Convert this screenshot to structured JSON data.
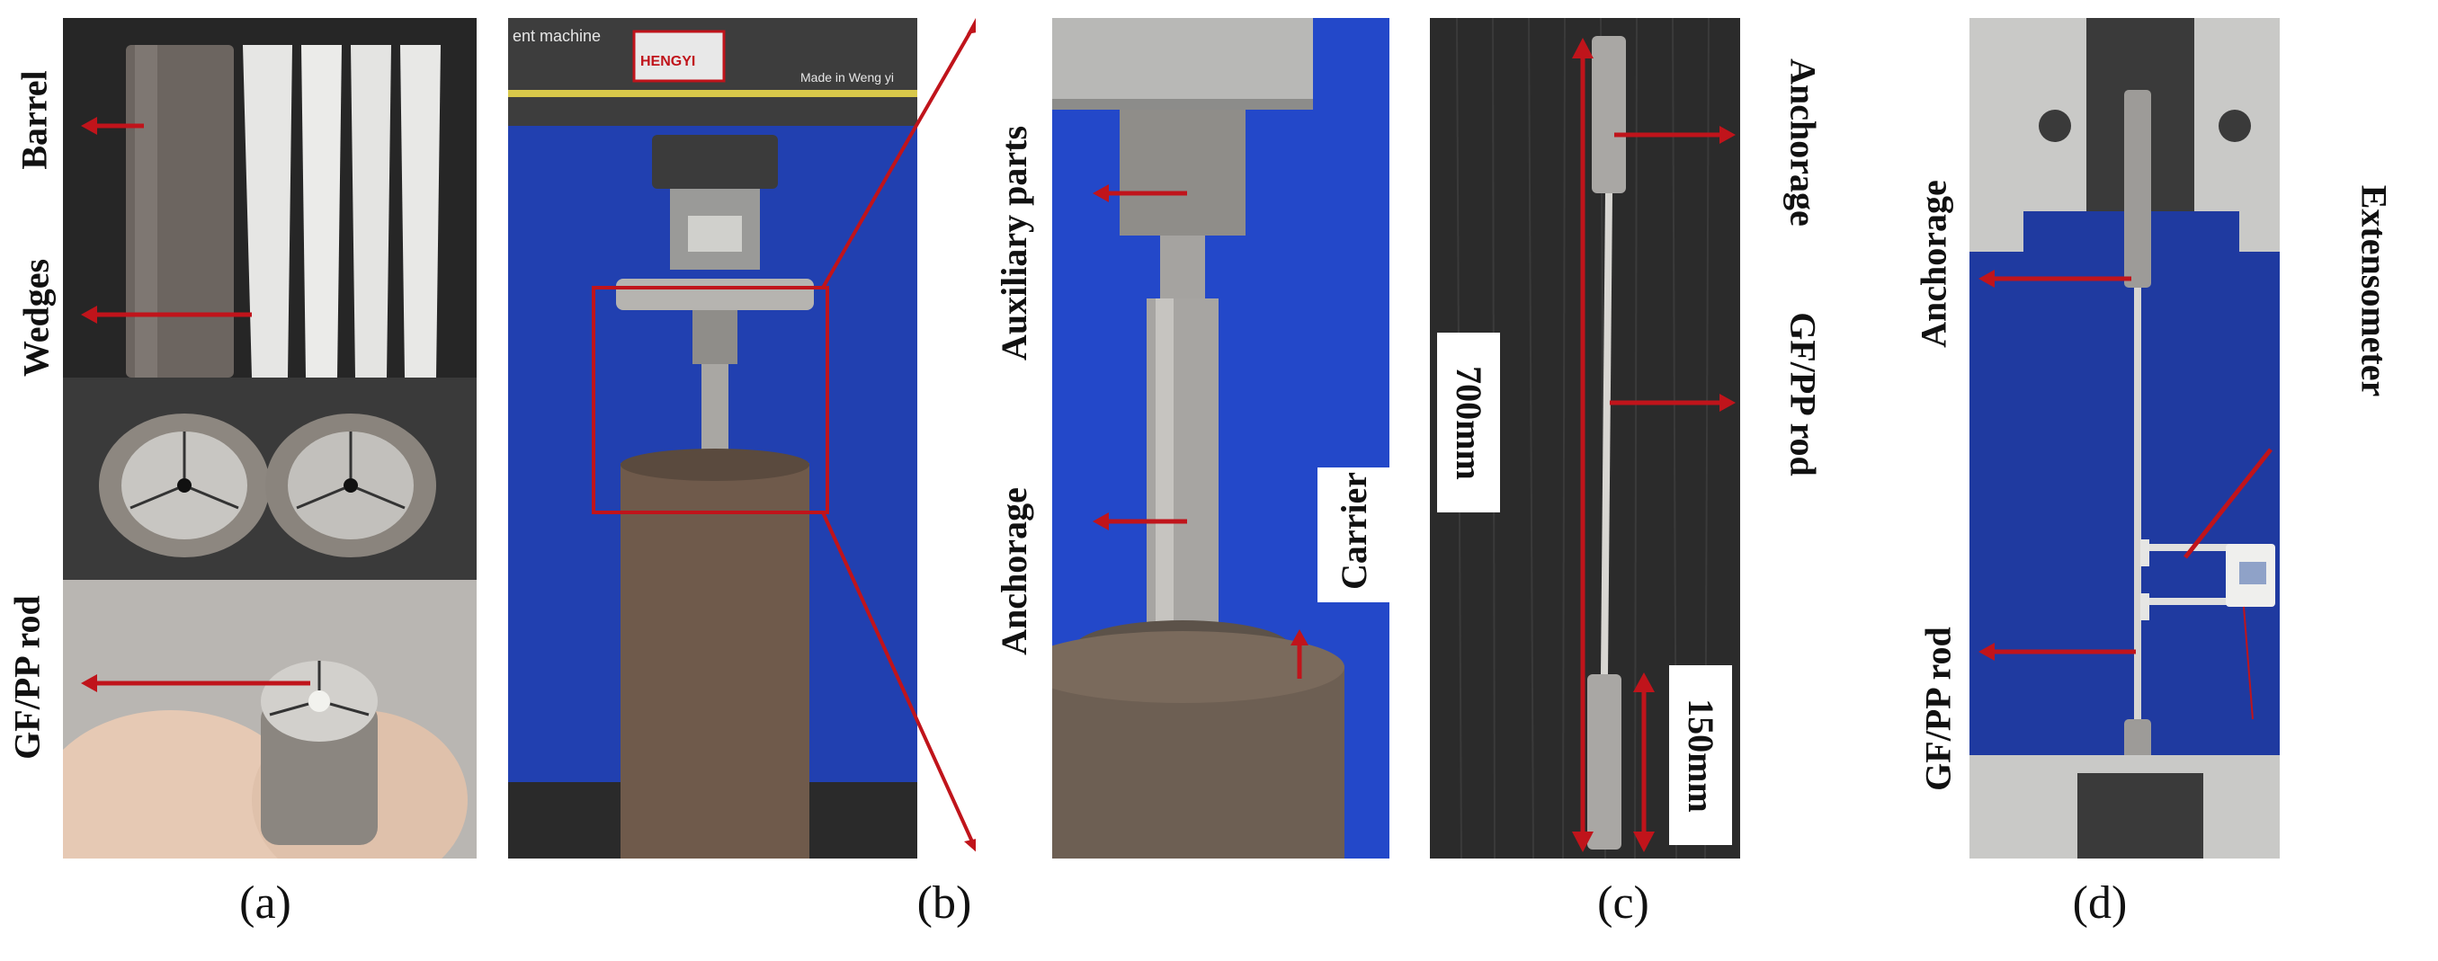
{
  "panel_a": {
    "labels": [
      "Barrel",
      "Wedges",
      "GF/PP rod"
    ],
    "caption": "(a)"
  },
  "panel_b": {
    "machine_text": "ent machine",
    "brand": "HENGYI",
    "made_in": "Made in Weng yi",
    "caption": "(b)"
  },
  "panel_b_zoom": {
    "labels": [
      "Auxiliary parts",
      "Anchorage",
      "Carrier"
    ]
  },
  "panel_c": {
    "labels": [
      "Anchorage",
      "GF/PP rod",
      "700mm",
      "150mm"
    ],
    "caption": "(c)"
  },
  "panel_d": {
    "labels": [
      "Anchorage",
      "Extensometer",
      "GF/PP rod"
    ],
    "caption": "(d)"
  },
  "colors": {
    "arrow": "#c0141b",
    "blue_bg": "#1f3aa0",
    "dark_bg": "#2b2b2b"
  }
}
